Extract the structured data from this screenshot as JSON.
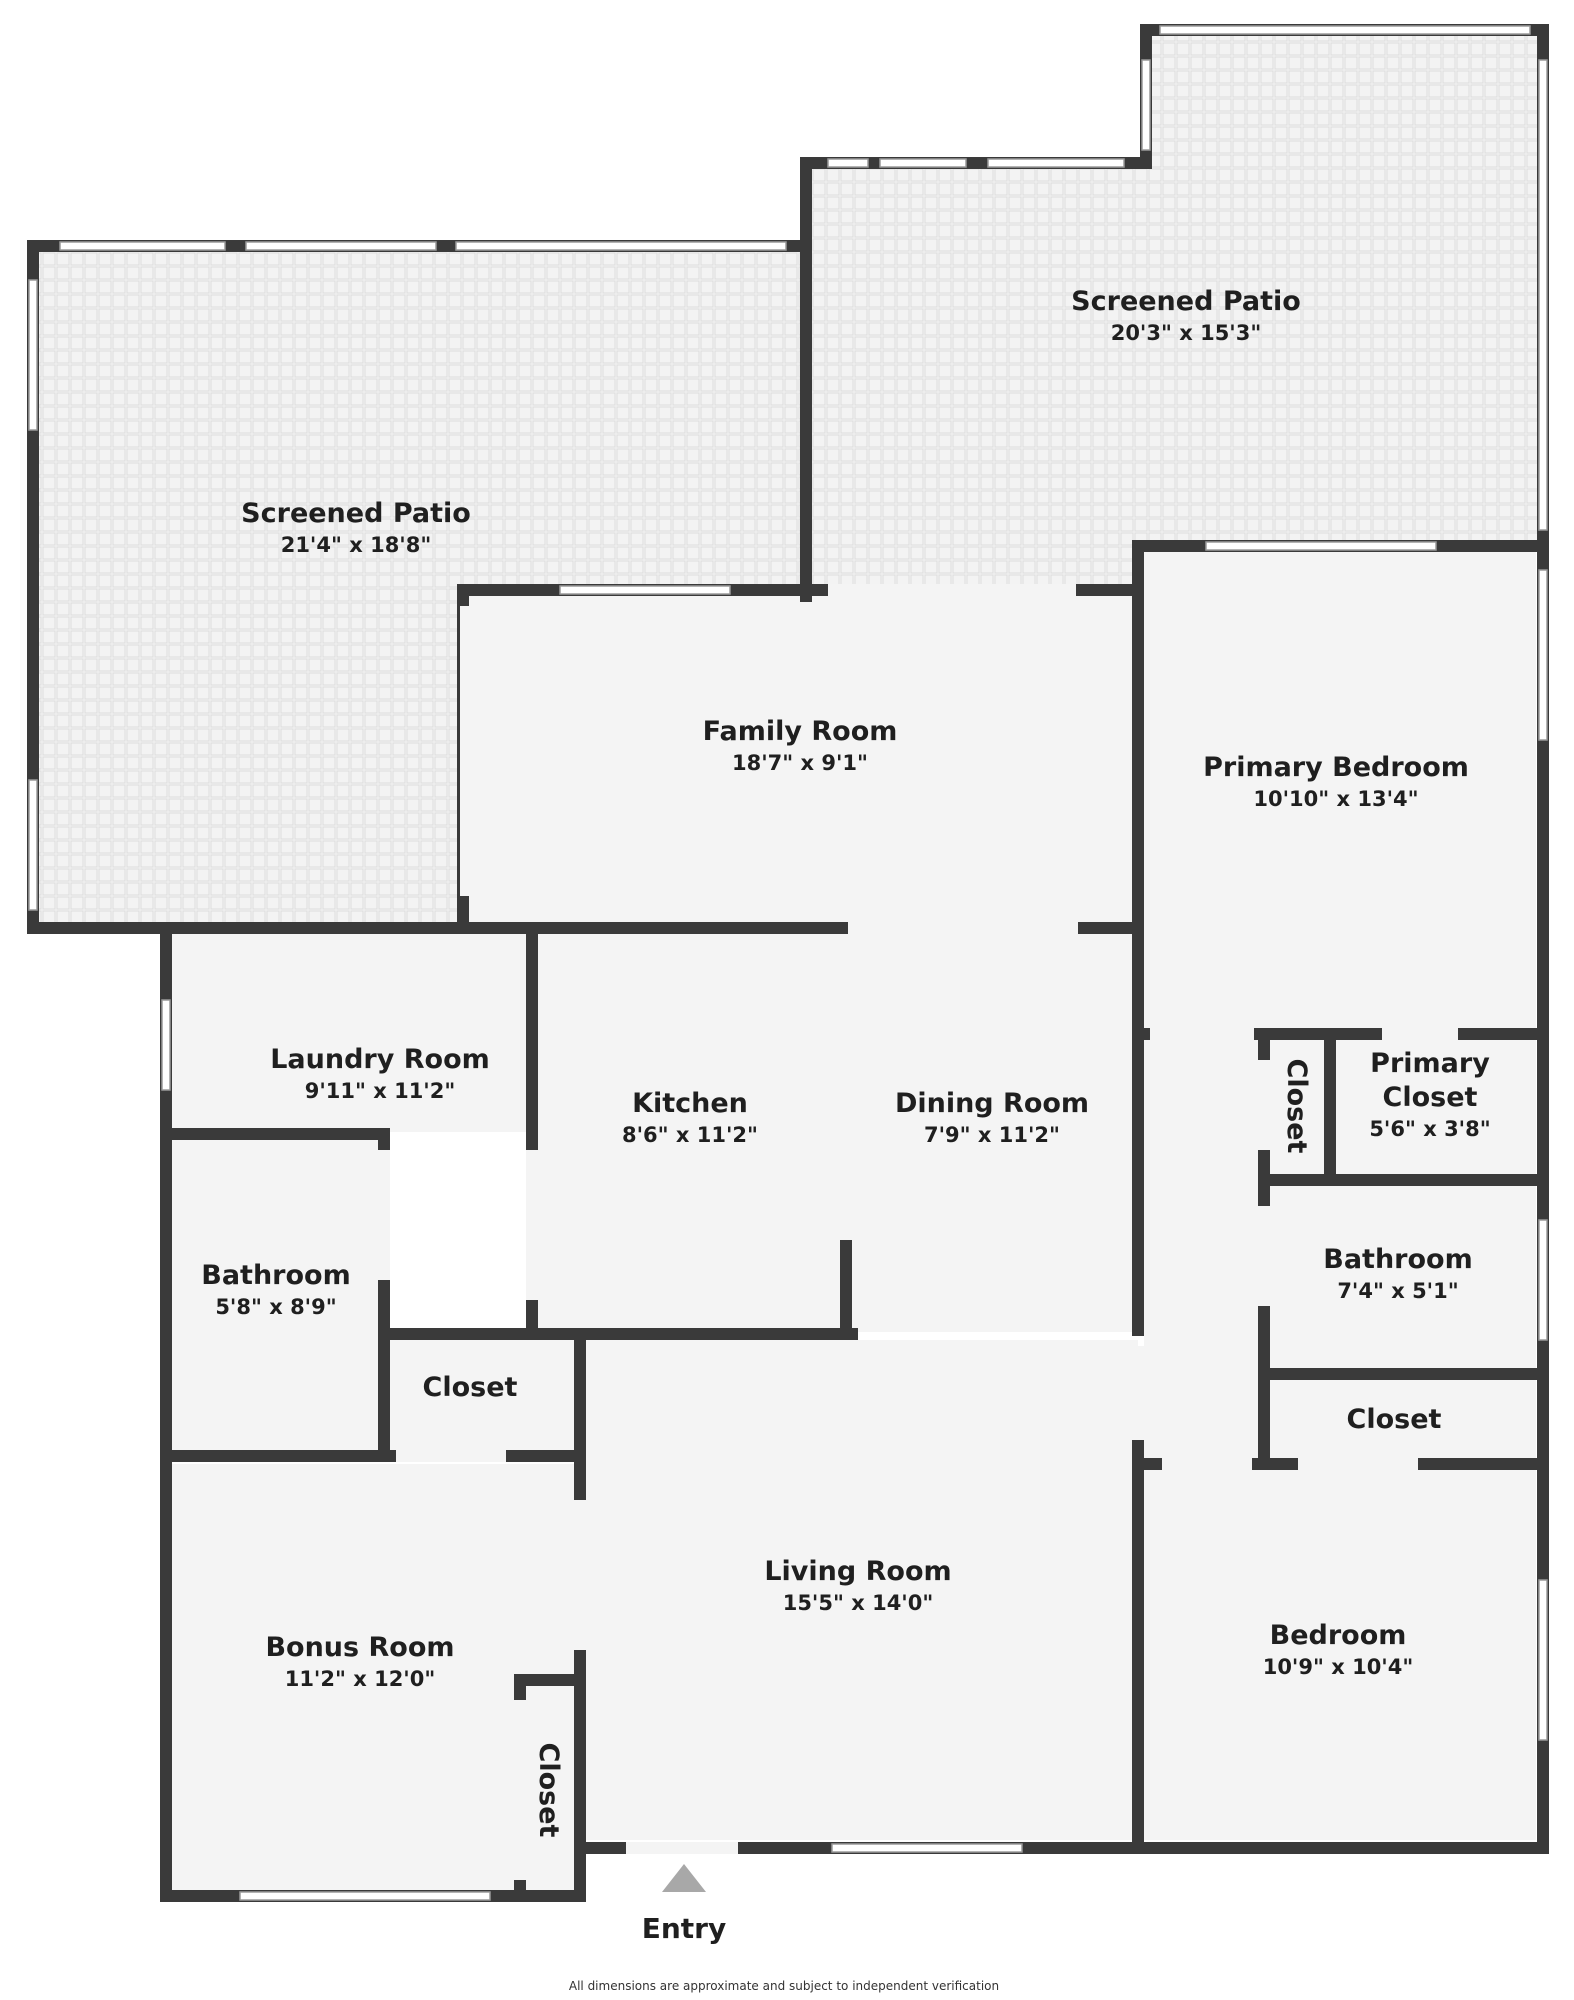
{
  "colors": {
    "wall": "#3a3a3a",
    "floor": "#f4f4f4",
    "patio_tile": "#e9e9e9",
    "window": "#ffffff",
    "entry_marker": "#a8a8a8"
  },
  "rooms": {
    "screened_patio_left": {
      "name": "Screened Patio",
      "dims": "21'4\" x 18'8\""
    },
    "screened_patio_right": {
      "name": "Screened Patio",
      "dims": "20'3\" x 15'3\""
    },
    "family_room": {
      "name": "Family Room",
      "dims": "18'7\" x 9'1\""
    },
    "primary_bedroom": {
      "name": "Primary Bedroom",
      "dims": "10'10\" x 13'4\""
    },
    "laundry_room": {
      "name": "Laundry Room",
      "dims": "9'11\" x 11'2\""
    },
    "kitchen": {
      "name": "Kitchen",
      "dims": "8'6\" x 11'2\""
    },
    "dining_room": {
      "name": "Dining Room",
      "dims": "7'9\" x 11'2\""
    },
    "primary_closet": {
      "name_line1": "Primary",
      "name_line2": "Closet",
      "dims": "5'6\" x 3'8\""
    },
    "closet_primary_side": {
      "name": "Closet"
    },
    "bathroom_left": {
      "name": "Bathroom",
      "dims": "5'8\" x 8'9\""
    },
    "bathroom_right": {
      "name": "Bathroom",
      "dims": "7'4\" x 5'1\""
    },
    "closet_center": {
      "name": "Closet"
    },
    "closet_right": {
      "name": "Closet"
    },
    "living_room": {
      "name": "Living Room",
      "dims": "15'5\" x 14'0\""
    },
    "bonus_room": {
      "name": "Bonus Room",
      "dims": "11'2\" x 12'0\""
    },
    "closet_bonus": {
      "name": "Closet"
    },
    "bedroom": {
      "name": "Bedroom",
      "dims": "10'9\" x 10'4\""
    }
  },
  "entry": {
    "label": "Entry"
  },
  "disclaimer": "All dimensions are approximate and subject to independent verification"
}
